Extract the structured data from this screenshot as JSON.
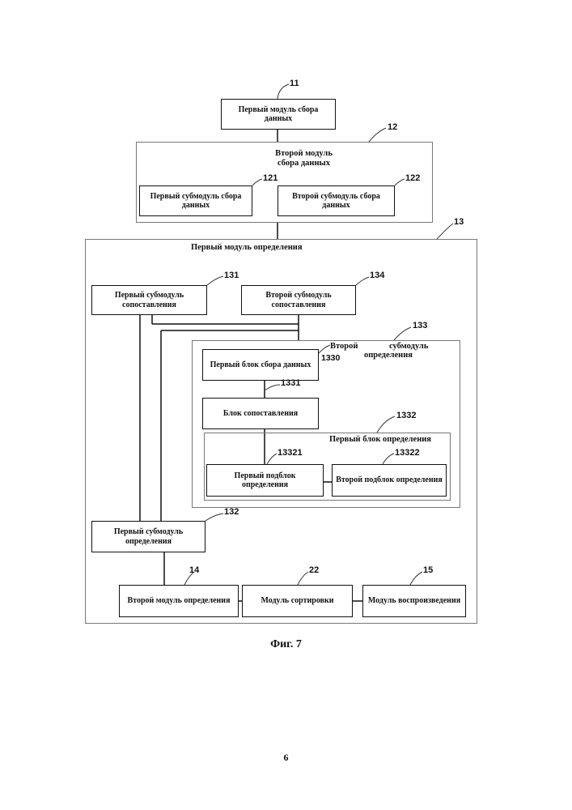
{
  "blocks": {
    "b11": {
      "text": "Первый модуль сбора данных",
      "ref": "11"
    },
    "b12": {
      "text": "Второй модуль\nсбора данных",
      "ref": "12"
    },
    "b121": {
      "text": "Первый субмодуль сбора данных",
      "ref": "121"
    },
    "b122": {
      "text": "Второй субмодуль сбора данных",
      "ref": "122"
    },
    "b13": {
      "text": "Первый модуль определения",
      "ref": "13"
    },
    "b131": {
      "text": "Первый субмодуль сопоставления",
      "ref": "131"
    },
    "b134": {
      "text": "Второй субмодуль сопоставления",
      "ref": "134"
    },
    "b133": {
      "text_left": "Второй",
      "text_right": "субмодуль",
      "text_line2": "определения",
      "ref": "133"
    },
    "b1330": {
      "text": "Первый блок сбора данных",
      "ref": "1330"
    },
    "b1331": {
      "text": "Блок сопоставления",
      "ref": "1331"
    },
    "b1332": {
      "text": "Первый блок определения",
      "ref": "1332"
    },
    "b13321": {
      "text": "Первый подблок определения",
      "ref": "13321"
    },
    "b13322": {
      "text": "Второй подблок определения",
      "ref": "13322"
    },
    "b132": {
      "text": "Первый субмодуль определения",
      "ref": "132"
    },
    "b14": {
      "text": "Второй модуль определения",
      "ref": "14"
    },
    "b22": {
      "text": "Модуль сортировки",
      "ref": "22"
    },
    "b15": {
      "text": "Модуль воспроизведения",
      "ref": "15"
    }
  },
  "caption": "Фиг. 7",
  "page_number": "6"
}
